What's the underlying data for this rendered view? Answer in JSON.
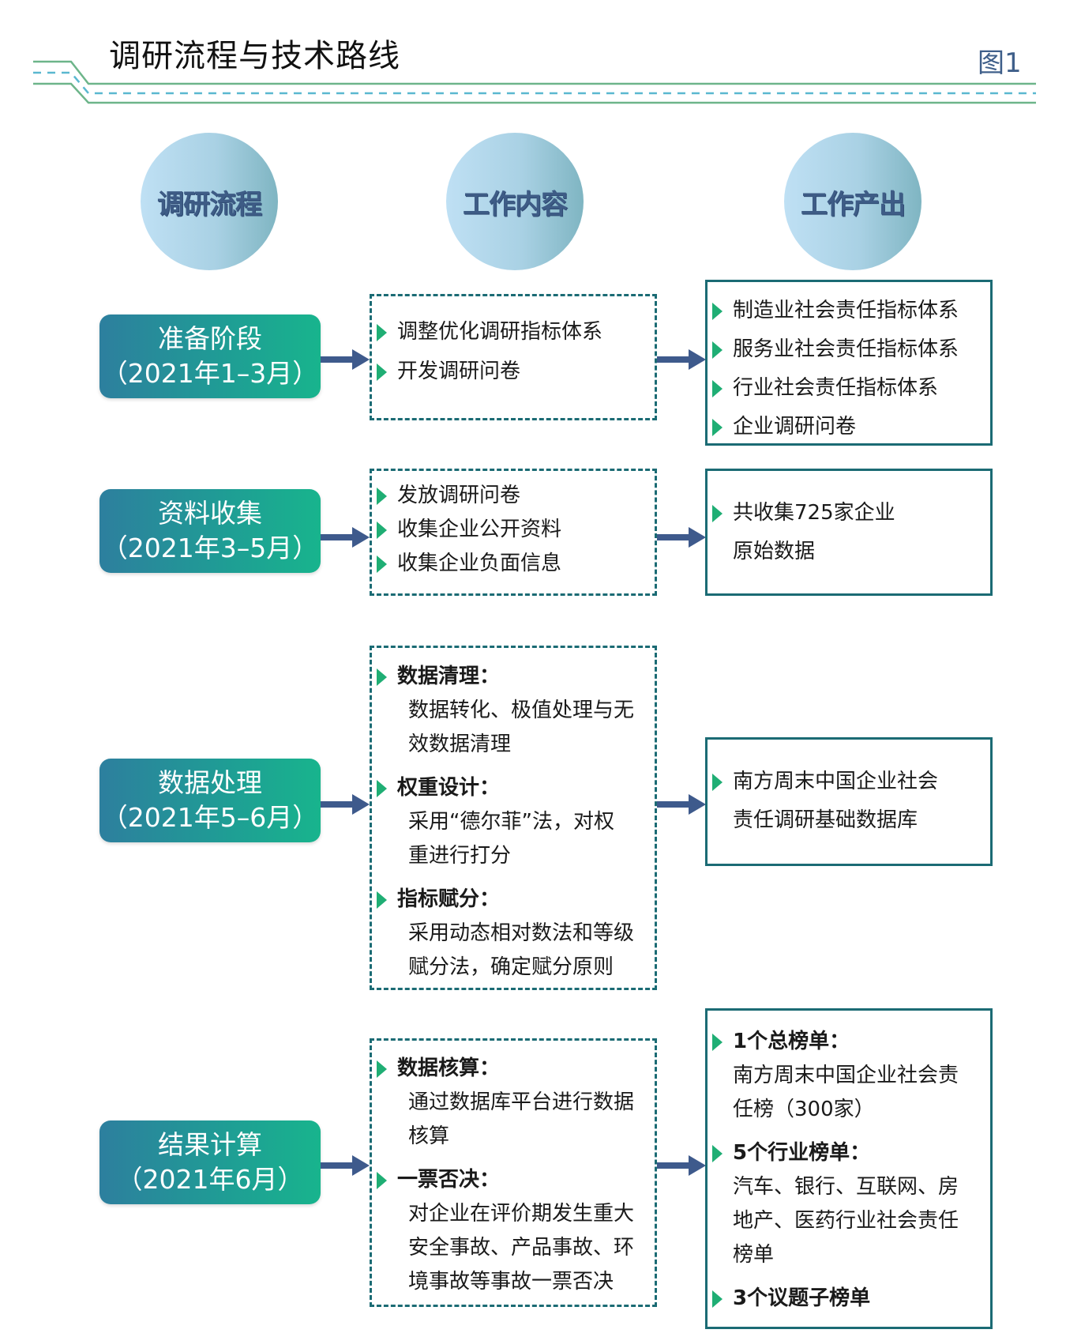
{
  "header": {
    "title": "调研流程与技术路线",
    "figure_label": "图1",
    "colors": {
      "line_solid": "#6db58a",
      "line_dashed": "#5ab8d0"
    }
  },
  "columns": [
    {
      "label": "调研流程"
    },
    {
      "label": "工作内容"
    },
    {
      "label": "工作产出"
    }
  ],
  "stages": [
    {
      "name": "准备阶段",
      "period": "（2021年1–3月）",
      "work": {
        "items": [
          {
            "text": "调整优化调研指标体系"
          },
          {
            "text": "开发调研问卷"
          }
        ]
      },
      "output": {
        "items": [
          {
            "text": "制造业社会责任指标体系"
          },
          {
            "text": "服务业社会责任指标体系"
          },
          {
            "text": "行业社会责任指标体系"
          },
          {
            "text": "企业调研问卷"
          }
        ]
      }
    },
    {
      "name": "资料收集",
      "period": "（2021年3–5月）",
      "work": {
        "items": [
          {
            "text": "发放调研问卷"
          },
          {
            "text": "收集企业公开资料"
          },
          {
            "text": "收集企业负面信息"
          }
        ]
      },
      "output": {
        "items": [
          {
            "text": "共收集725家企业",
            "cont": [
              "原始数据"
            ]
          }
        ]
      }
    },
    {
      "name": "数据处理",
      "period": "（2021年5–6月）",
      "work": {
        "items": [
          {
            "head": "数据清理：",
            "lines": [
              "数据转化、极值处理与无",
              "效数据清理"
            ]
          },
          {
            "head": "权重设计：",
            "lines": [
              "采用“德尔菲”法，对权",
              "重进行打分"
            ]
          },
          {
            "head": "指标赋分：",
            "lines": [
              "采用动态相对数法和等级",
              "赋分法，确定赋分原则"
            ]
          }
        ]
      },
      "output": {
        "items": [
          {
            "text": "南方周末中国企业社会",
            "cont": [
              "责任调研基础数据库"
            ]
          }
        ]
      }
    },
    {
      "name": "结果计算",
      "period": "（2021年6月）",
      "work": {
        "items": [
          {
            "head": "数据核算：",
            "lines": [
              "通过数据库平台进行数据",
              "核算"
            ]
          },
          {
            "head": "一票否决：",
            "lines": [
              "对企业在评价期发生重大",
              "安全事故、产品事故、环",
              "境事故等事故一票否决"
            ]
          }
        ]
      },
      "output": {
        "items": [
          {
            "head": "1个总榜单：",
            "lines": [
              "南方周末中国企业社会责",
              "任榜（300家）"
            ]
          },
          {
            "head": "5个行业榜单：",
            "lines": [
              "汽车、银行、互联网、房",
              "地产、医药行业社会责任",
              "榜单"
            ]
          },
          {
            "head": "3个议题子榜单",
            "lines": []
          }
        ]
      }
    }
  ],
  "icons": {
    "bullet": "triangle-right-icon",
    "connector": "arrow-right-icon"
  },
  "colors": {
    "stage_gradient_start": "#2d7f9e",
    "stage_gradient_end": "#18b48d",
    "box_border": "#1b6b74",
    "arrow": "#3e5a8c",
    "bullet": "#1fae74",
    "circle_text": "#3e5c86"
  }
}
